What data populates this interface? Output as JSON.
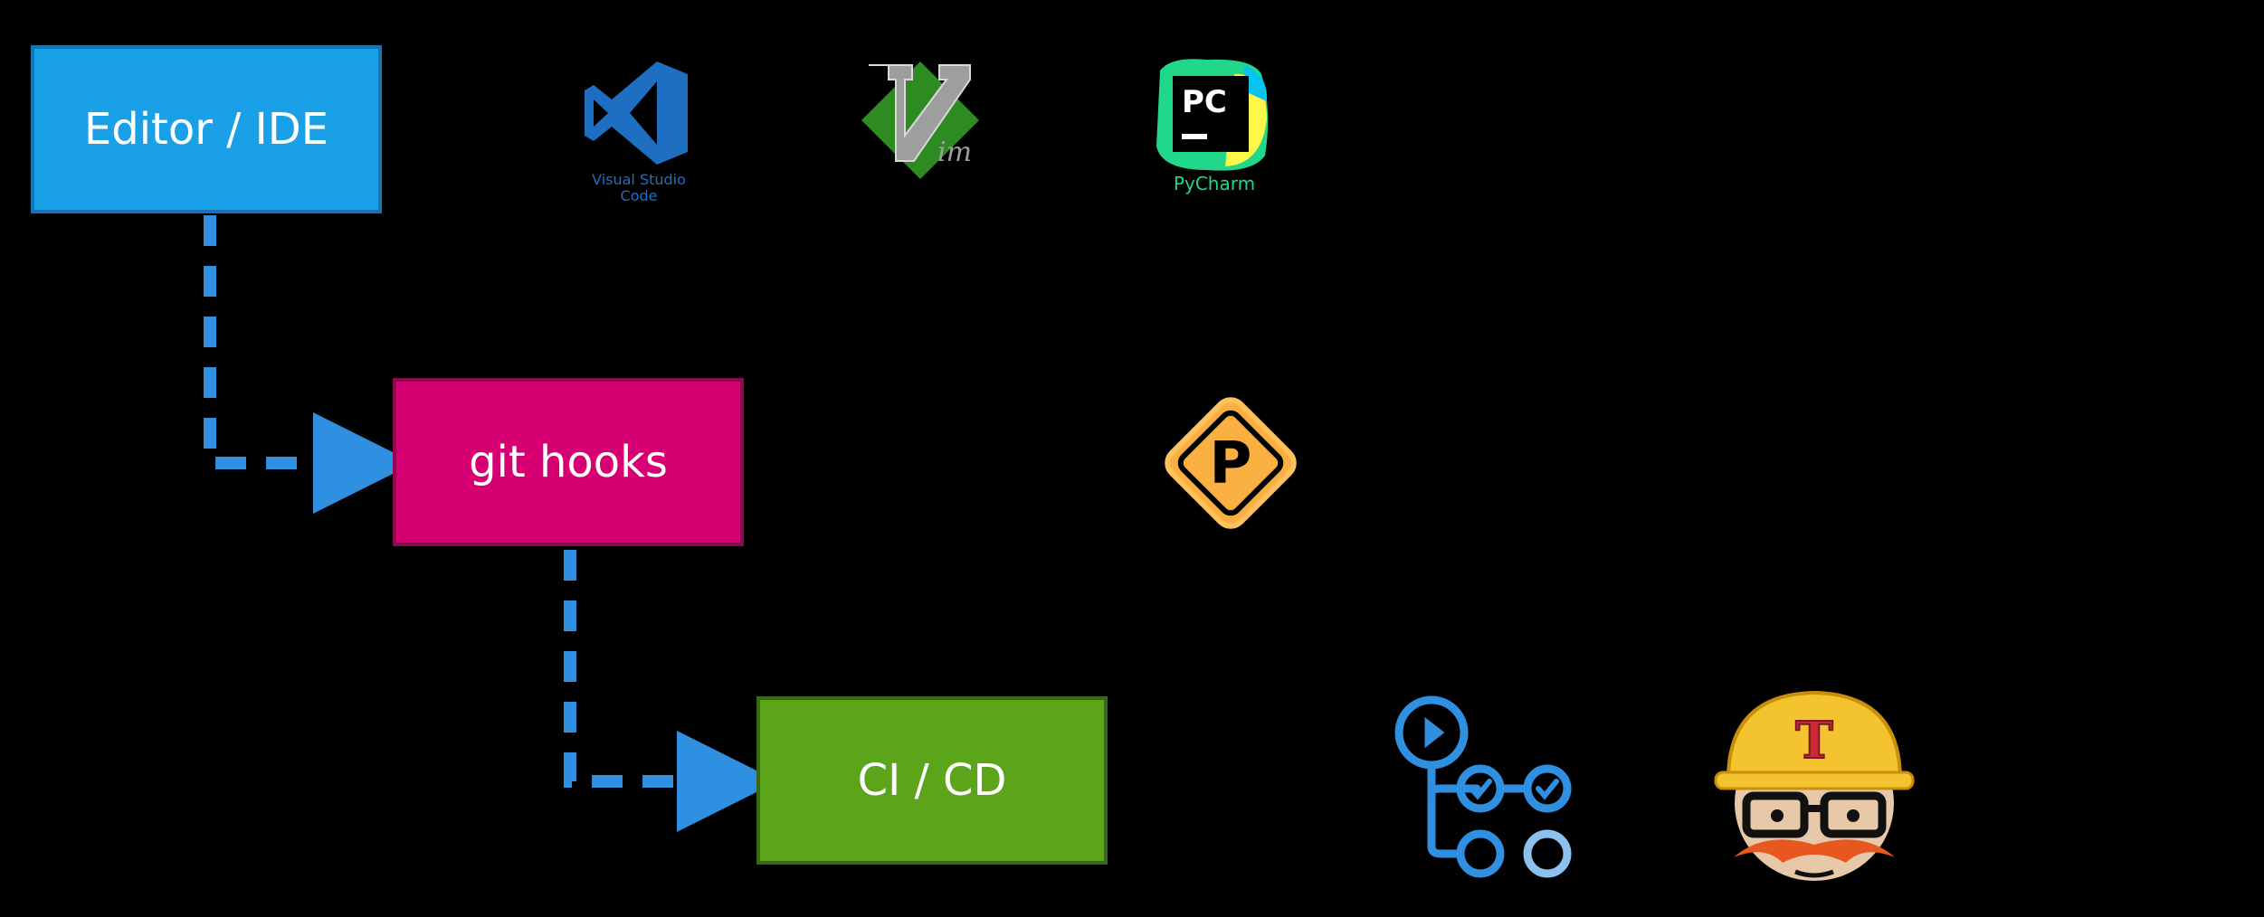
{
  "boxes": {
    "editor": {
      "label": "Editor / IDE",
      "color": "#1aa0e6"
    },
    "hooks": {
      "label": "git hooks",
      "color": "#d60073"
    },
    "cicd": {
      "label": "CI / CD",
      "color": "#5ca51a"
    }
  },
  "connector_color": "#2f8fe0",
  "logos": {
    "vscode": {
      "icon": "vscode-icon",
      "caption": "Visual Studio Code"
    },
    "vim": {
      "icon": "vim-icon"
    },
    "pycharm": {
      "icon": "pycharm-icon",
      "mark": "PC",
      "caption": "PyCharm"
    },
    "pre_commit": {
      "icon": "pre-commit-icon",
      "mark": "P"
    },
    "github_actions": {
      "icon": "github-actions-icon"
    },
    "travis": {
      "icon": "travis-ci-icon",
      "mark": "T"
    }
  }
}
